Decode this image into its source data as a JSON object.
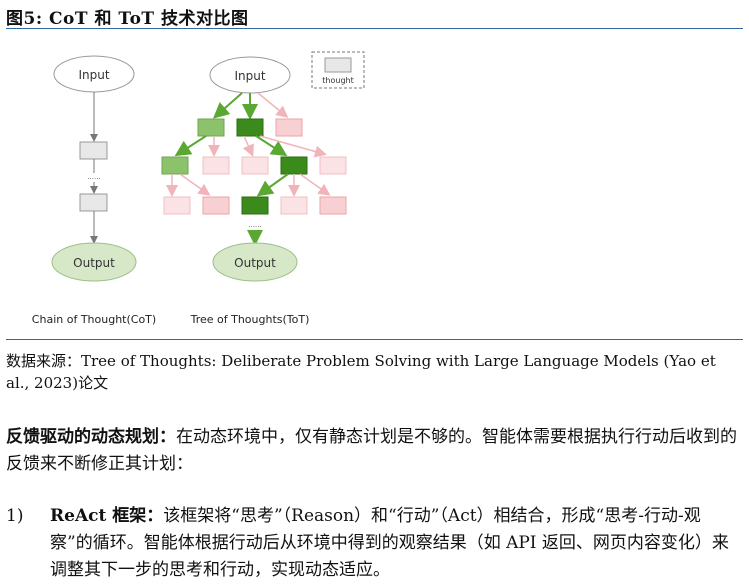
{
  "figure": {
    "title": "图5:  CoT 和 ToT 技术对比图",
    "cot": {
      "input": "Input",
      "output": "Output",
      "dots": "......",
      "caption": "Chain of Thought(CoT)"
    },
    "tot": {
      "input": "Input",
      "output": "Output",
      "dots": "......",
      "caption": "Tree of Thoughts(ToT)"
    },
    "legend": {
      "label": "thought"
    },
    "colors": {
      "ellipse": "#d6e8c8",
      "dark_green": "#3a8a1c",
      "light_green": "#8cc26c",
      "pink_fill": "#f8d0d4",
      "pink_stroke": "#e8a4aa",
      "arrow_green": "#5aa832",
      "arrow_pink": "#f0b4ba"
    }
  },
  "source": "数据来源：Tree of Thoughts: Deliberate Problem Solving with Large Language Models (Yao et al., 2023)论文",
  "para1": {
    "bold": "反馈驱动的动态规划：",
    "text": "在动态环境中，仅有静态计划是不够的。智能体需要根据执行行动后收到的反馈来不断修正其计划："
  },
  "item1": {
    "num": "1)",
    "bold": "ReAct 框架：",
    "text": "该框架将“思考”（Reason）和“行动”（Act）相结合，形成“思考-行动-观察”的循环。智能体根据行动后从环境中得到的观察结果（如 API 返回、网页内容变化）来调整其下一步的思考和行动，实现动态适应。"
  }
}
